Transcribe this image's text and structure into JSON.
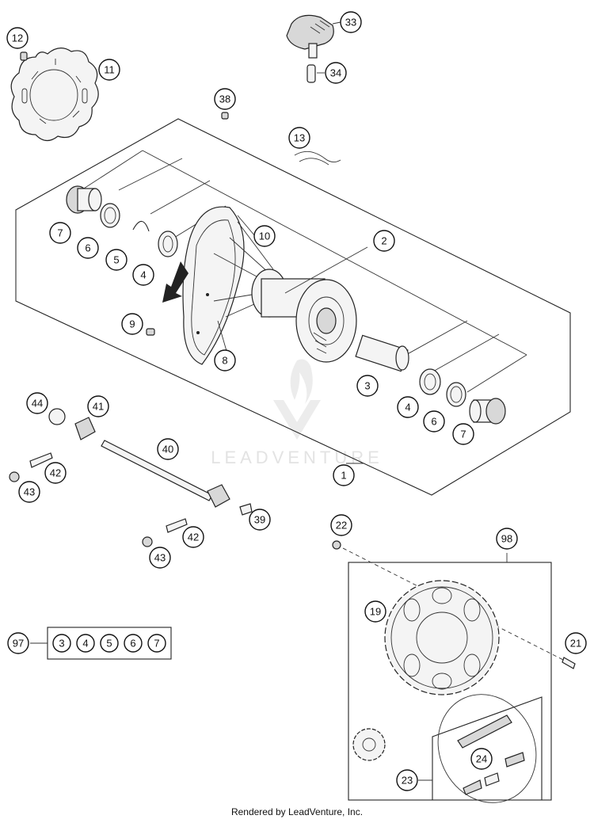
{
  "diagram": {
    "callouts": [
      {
        "id": "c12",
        "label": "12"
      },
      {
        "id": "c11",
        "label": "11"
      },
      {
        "id": "c33",
        "label": "33"
      },
      {
        "id": "c34",
        "label": "34"
      },
      {
        "id": "c38",
        "label": "38"
      },
      {
        "id": "c13",
        "label": "13"
      },
      {
        "id": "c2",
        "label": "2"
      },
      {
        "id": "c10",
        "label": "10"
      },
      {
        "id": "c7a",
        "label": "7"
      },
      {
        "id": "c6a",
        "label": "6"
      },
      {
        "id": "c5a",
        "label": "5"
      },
      {
        "id": "c4a",
        "label": "4"
      },
      {
        "id": "c9",
        "label": "9"
      },
      {
        "id": "c8",
        "label": "8"
      },
      {
        "id": "c3a",
        "label": "3"
      },
      {
        "id": "c4b",
        "label": "4"
      },
      {
        "id": "c6b",
        "label": "6"
      },
      {
        "id": "c7b",
        "label": "7"
      },
      {
        "id": "c1",
        "label": "1"
      },
      {
        "id": "c44",
        "label": "44"
      },
      {
        "id": "c41",
        "label": "41"
      },
      {
        "id": "c40",
        "label": "40"
      },
      {
        "id": "c42a",
        "label": "42"
      },
      {
        "id": "c43a",
        "label": "43"
      },
      {
        "id": "c39",
        "label": "39"
      },
      {
        "id": "c42b",
        "label": "42"
      },
      {
        "id": "c43b",
        "label": "43"
      },
      {
        "id": "c22",
        "label": "22"
      },
      {
        "id": "c98",
        "label": "98"
      },
      {
        "id": "c19",
        "label": "19"
      },
      {
        "id": "c21",
        "label": "21"
      },
      {
        "id": "c97",
        "label": "97"
      },
      {
        "id": "c24",
        "label": "24"
      },
      {
        "id": "c23",
        "label": "23"
      }
    ],
    "kit_97": [
      "3",
      "4",
      "5",
      "6",
      "7"
    ],
    "watermark": "LEADVENTURE"
  },
  "footer": "Rendered by LeadVenture, Inc."
}
